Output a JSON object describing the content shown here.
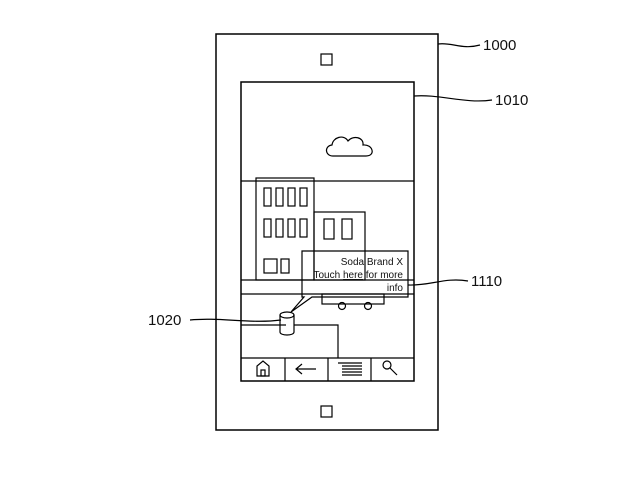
{
  "figure": {
    "refs": {
      "device": "1000",
      "screen": "1010",
      "product": "1020",
      "popup": "1110"
    },
    "popup": {
      "line1": "Soda Brand X",
      "line2_prefix": "Touch ",
      "line2_link": "here",
      "line2_suffix": " for more",
      "line3": "info"
    },
    "nav_bar": {
      "items": [
        "home-icon",
        "back-arrow-icon",
        "menu-icon",
        "search-icon"
      ]
    }
  }
}
